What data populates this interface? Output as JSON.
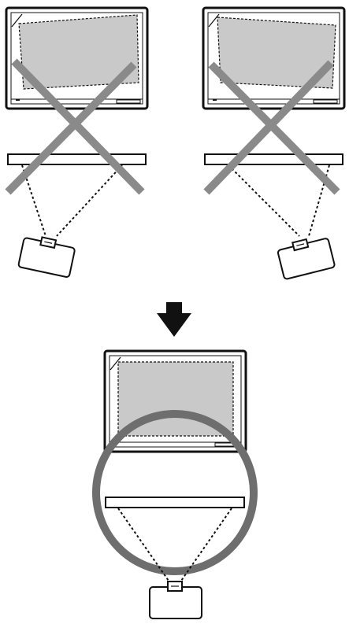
{
  "colors": {
    "line": "#111111",
    "screen_shade": "#c9c9c9",
    "cross_mark": "#8a8a8a",
    "circle_highlight": "#6e6e6e",
    "arrow": "#111111",
    "background": "#ffffff"
  },
  "panels": [
    {
      "id": "left",
      "verdict": "incorrect",
      "projector_tilt": "angled",
      "icon": "cross-mark"
    },
    {
      "id": "right",
      "verdict": "incorrect",
      "projector_tilt": "angled",
      "icon": "cross-mark"
    },
    {
      "id": "bottom",
      "verdict": "correct",
      "projector_tilt": "centered",
      "icon": "circle-mark"
    }
  ],
  "arrow": {
    "direction": "down",
    "icon": "down-arrow-icon"
  }
}
